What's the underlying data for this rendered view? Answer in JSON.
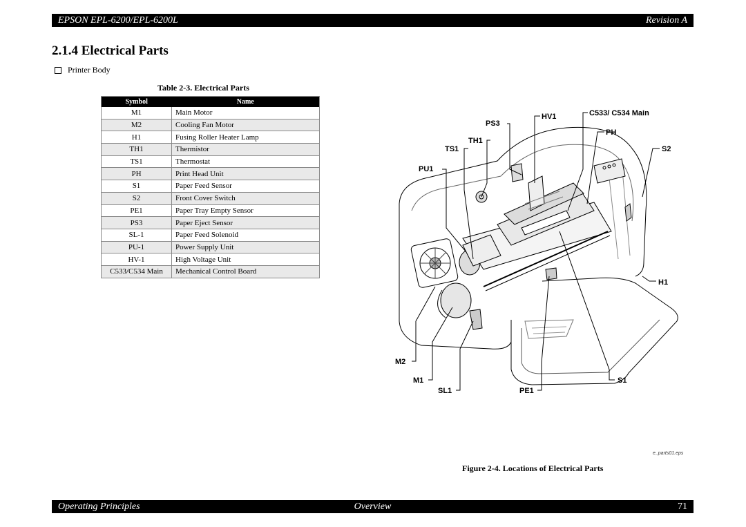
{
  "header": {
    "left": "EPSON EPL-6200/EPL-6200L",
    "right": "Revision A"
  },
  "section": {
    "title": "2.1.4  Electrical Parts"
  },
  "bullet": {
    "text": "Printer Body"
  },
  "table": {
    "caption": "Table 2-3.  Electrical Parts",
    "headers": [
      "Symbol",
      "Name"
    ],
    "rows": [
      [
        "M1",
        "Main Motor"
      ],
      [
        "M2",
        "Cooling Fan Motor"
      ],
      [
        "H1",
        "Fusing Roller Heater Lamp"
      ],
      [
        "TH1",
        "Thermistor"
      ],
      [
        "TS1",
        "Thermostat"
      ],
      [
        "PH",
        "Print Head Unit"
      ],
      [
        "S1",
        "Paper Feed Sensor"
      ],
      [
        "S2",
        "Front Cover Switch"
      ],
      [
        "PE1",
        "Paper Tray Empty Sensor"
      ],
      [
        "PS3",
        "Paper Eject Sensor"
      ],
      [
        "SL-1",
        "Paper Feed Solenoid"
      ],
      [
        "PU-1",
        "Power Supply Unit"
      ],
      [
        "HV-1",
        "High Voltage Unit"
      ],
      [
        "C533/C534 Main",
        "Mechanical Control Board"
      ]
    ]
  },
  "figure": {
    "labels": {
      "ps3": "PS3",
      "hv1": "HV1",
      "c533": "C533/ C534 Main",
      "th1": "TH1",
      "ph": "PH",
      "ts1": "TS1",
      "s2": "S2",
      "pu1": "PU1",
      "h1": "H1",
      "m2": "M2",
      "m1": "M1",
      "sl1": "SL1",
      "pe1": "PE1",
      "s1": "S1"
    },
    "file": "e_parts01.eps",
    "caption": "Figure 2-4.  Locations of Electrical Parts"
  },
  "footer": {
    "left": "Operating Principles",
    "center": "Overview",
    "right": "71"
  }
}
